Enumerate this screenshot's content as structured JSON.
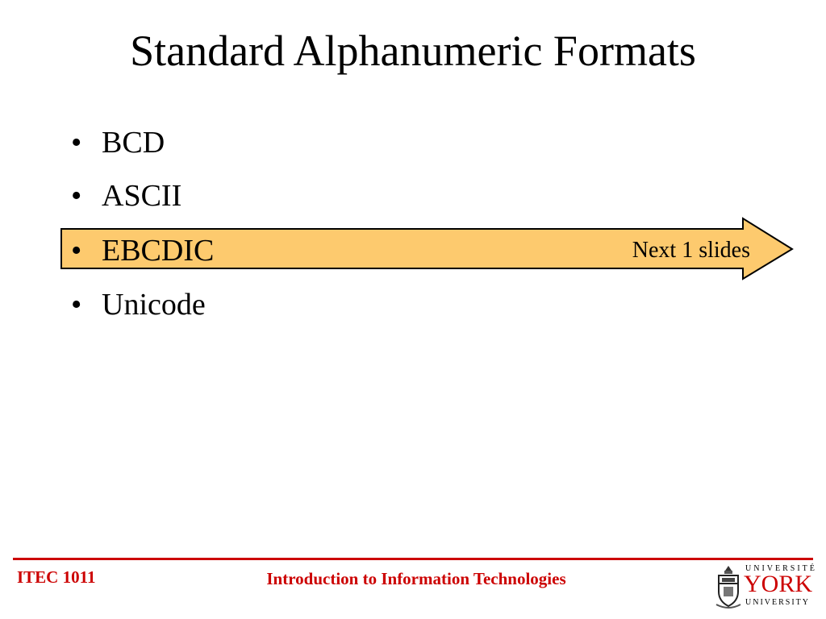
{
  "slide": {
    "title": "Standard Alphanumeric Formats",
    "bullets": [
      {
        "text": "BCD"
      },
      {
        "text": "ASCII"
      },
      {
        "text": "EBCDIC",
        "highlighted": true
      },
      {
        "text": "Unicode"
      }
    ],
    "bullet_glyph": "•",
    "callout": {
      "label": "Next 1 slides",
      "fill": "#fdca6e"
    }
  },
  "footer": {
    "course_code": "ITEC 1011",
    "course_title": "Introduction to Information Technologies",
    "accent_color": "#cc0000",
    "logo": {
      "top": "UNIVERSITÉ",
      "main": "YORK",
      "bottom": "UNIVERSITY",
      "icon": "york-crest-icon"
    }
  }
}
